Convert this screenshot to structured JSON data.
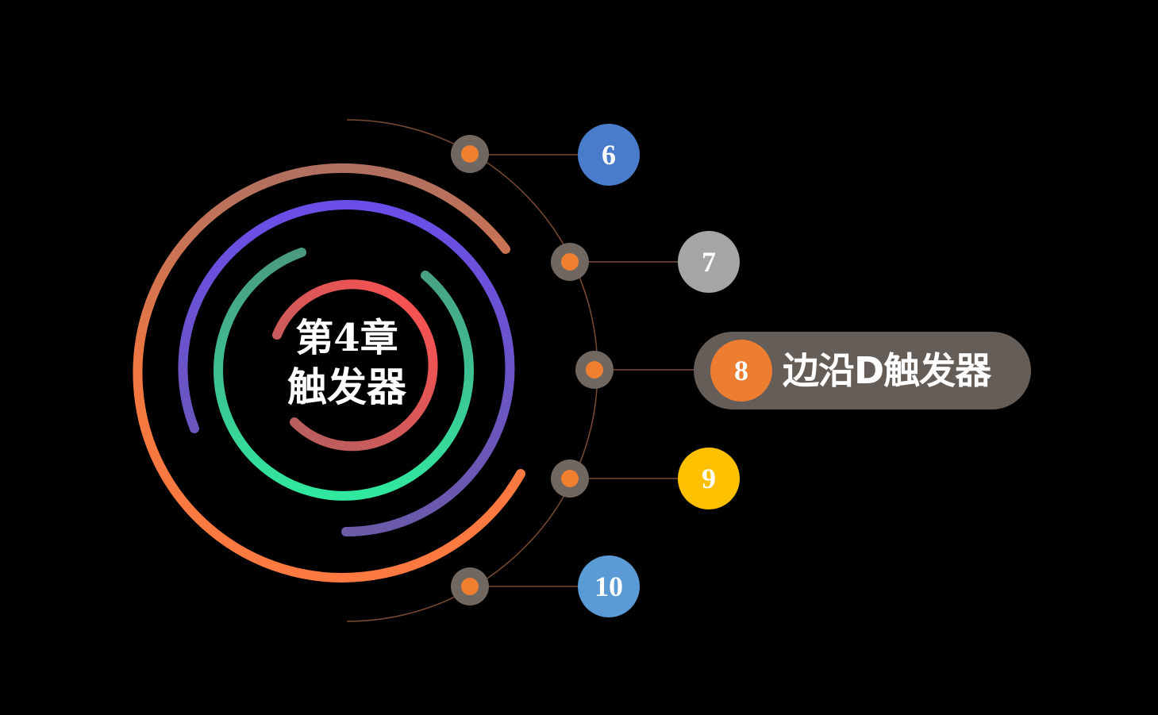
{
  "chapter": {
    "line1": "第4章",
    "line2": "触发器"
  },
  "items": [
    {
      "number": "6",
      "color": "#4a7ccc"
    },
    {
      "number": "7",
      "color": "#a5a5a5"
    },
    {
      "number": "8",
      "color": "#ed7d31",
      "label": "边沿D触发器",
      "active": true
    },
    {
      "number": "9",
      "color": "#ffc000"
    },
    {
      "number": "10",
      "color": "#5b9bd5"
    }
  ],
  "colors": {
    "background": "#000000",
    "node_outer": "#6f6760",
    "node_inner": "#f08030",
    "connector": "#7a4a32",
    "active_pill": "#645d58"
  }
}
